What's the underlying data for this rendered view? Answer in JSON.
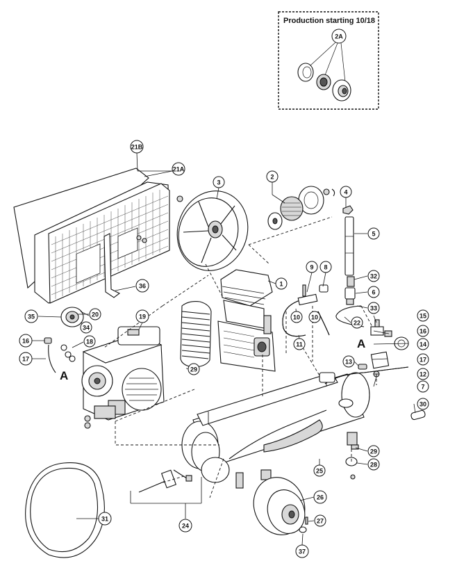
{
  "inset": {
    "title": "Production starting 10/18",
    "label": "2A"
  },
  "callouts": [
    {
      "id": "c-21b",
      "text": "21B"
    },
    {
      "id": "c-21a",
      "text": "21A"
    },
    {
      "id": "c-3",
      "text": "3"
    },
    {
      "id": "c-2",
      "text": "2"
    },
    {
      "id": "c-4",
      "text": "4"
    },
    {
      "id": "c-5",
      "text": "5"
    },
    {
      "id": "c-1",
      "text": "1"
    },
    {
      "id": "c-9",
      "text": "9"
    },
    {
      "id": "c-8",
      "text": "8"
    },
    {
      "id": "c-32",
      "text": "32"
    },
    {
      "id": "c-6",
      "text": "6"
    },
    {
      "id": "c-36",
      "text": "36"
    },
    {
      "id": "c-35",
      "text": "35"
    },
    {
      "id": "c-20",
      "text": "20"
    },
    {
      "id": "c-34",
      "text": "34"
    },
    {
      "id": "c-19",
      "text": "19"
    },
    {
      "id": "c-16a",
      "text": "16"
    },
    {
      "id": "c-18",
      "text": "18"
    },
    {
      "id": "c-17a",
      "text": "17"
    },
    {
      "id": "c-10a",
      "text": "10"
    },
    {
      "id": "c-10b",
      "text": "10"
    },
    {
      "id": "c-33",
      "text": "33"
    },
    {
      "id": "c-22",
      "text": "22"
    },
    {
      "id": "c-15",
      "text": "15"
    },
    {
      "id": "c-16b",
      "text": "16"
    },
    {
      "id": "c-11",
      "text": "11"
    },
    {
      "id": "c-14",
      "text": "14"
    },
    {
      "id": "c-17b",
      "text": "17"
    },
    {
      "id": "c-13",
      "text": "13"
    },
    {
      "id": "c-12",
      "text": "12"
    },
    {
      "id": "c-7",
      "text": "7"
    },
    {
      "id": "c-29a",
      "text": "29"
    },
    {
      "id": "c-30",
      "text": "30"
    },
    {
      "id": "c-29b",
      "text": "29"
    },
    {
      "id": "c-28",
      "text": "28"
    },
    {
      "id": "c-25",
      "text": "25"
    },
    {
      "id": "c-26",
      "text": "26"
    },
    {
      "id": "c-24",
      "text": "24"
    },
    {
      "id": "c-31",
      "text": "31"
    },
    {
      "id": "c-27",
      "text": "27"
    },
    {
      "id": "c-37",
      "text": "37"
    }
  ],
  "view_labels": [
    {
      "id": "lbl-a-left",
      "text": "A"
    },
    {
      "id": "lbl-a-right",
      "text": "A"
    }
  ]
}
